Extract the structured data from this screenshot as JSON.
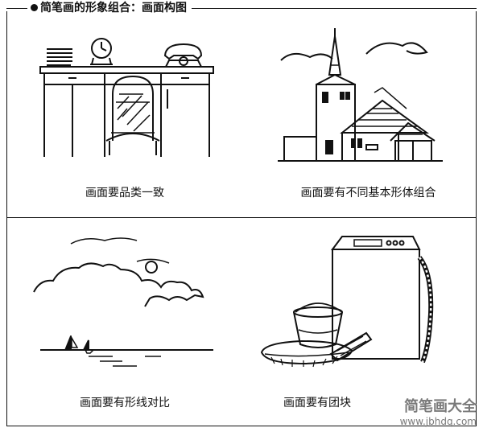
{
  "header": {
    "title": "简笔画的形象组合：画面构图"
  },
  "panels": [
    {
      "caption": "画面要品类一致",
      "icon": "office-desk-clock-phone"
    },
    {
      "caption": "画面要有不同基本形体组合",
      "icon": "church-buildings-clouds"
    },
    {
      "caption": "画面要有形线对比",
      "icon": "clouds-sun-sailboats-sea"
    },
    {
      "caption": "画面要有团块",
      "icon": "washing-machine-bucket-basket"
    }
  ],
  "watermark": {
    "name": "简笔画大全",
    "url": "www.jbhdq.com"
  }
}
